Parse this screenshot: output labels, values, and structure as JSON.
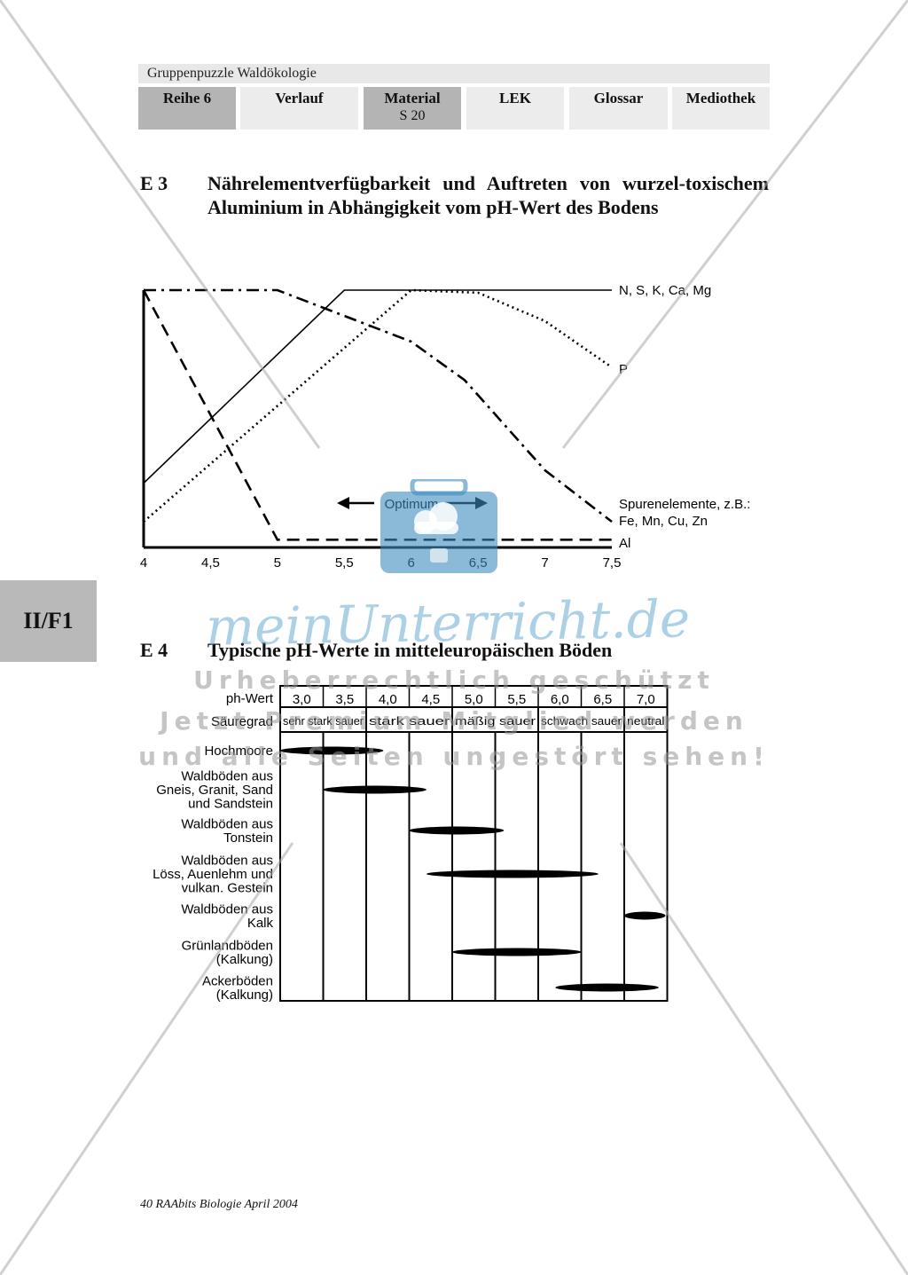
{
  "header": {
    "title": "Gruppenpuzzle Waldökologie",
    "tabs": [
      {
        "label": "Reihe 6",
        "sub": ""
      },
      {
        "label": "Verlauf",
        "sub": ""
      },
      {
        "label": "Material",
        "sub": "S 20"
      },
      {
        "label": "LEK",
        "sub": ""
      },
      {
        "label": "Glossar",
        "sub": ""
      },
      {
        "label": "Mediothek",
        "sub": ""
      }
    ]
  },
  "side_tab": "II/F1",
  "e3": {
    "label": "E 3",
    "title": "Nährelementverfügbarkeit und Auftreten von wurzel-toxischem Aluminium in Abhängigkeit vom pH-Wert des Bodens"
  },
  "e4": {
    "label": "E 4",
    "title": "Typische pH-Werte in mitteleuropäischen Böden"
  },
  "chart_data": [
    {
      "type": "line",
      "x": [
        4,
        4.5,
        5,
        5.5,
        6,
        6.5,
        7,
        7.5
      ],
      "xtick_labels": [
        "4",
        "4,5",
        "5",
        "5,5",
        "6",
        "6,5",
        "7",
        "7,5"
      ],
      "optimum_label": "Optimum",
      "xlim": [
        4,
        7.5
      ],
      "series": [
        {
          "name": "N, S, K, Ca, Mg",
          "style": "solid",
          "x": [
            4,
            5.5,
            7.5
          ],
          "y": [
            0.25,
            1.0,
            1.0
          ]
        },
        {
          "name": "P",
          "style": "dotted",
          "x": [
            4,
            6,
            6.5,
            7,
            7.5
          ],
          "y": [
            0.1,
            1.0,
            0.99,
            0.88,
            0.7
          ]
        },
        {
          "name": "Spurenelemente, z.B.:",
          "name_line2": "Fe, Mn, Cu, Zn",
          "style": "dashdot",
          "x": [
            4,
            5,
            5.5,
            6,
            6.4,
            7,
            7.5
          ],
          "y": [
            1.0,
            1.0,
            0.9,
            0.8,
            0.65,
            0.3,
            0.1
          ]
        },
        {
          "name": "Al",
          "style": "dashed",
          "x": [
            4,
            5,
            7.5
          ],
          "y": [
            1.0,
            0.03,
            0.03
          ]
        }
      ]
    },
    {
      "type": "table",
      "row_header": "ph-Wert",
      "columns": [
        "3,0",
        "3,5",
        "4,0",
        "4,5",
        "5,0",
        "5,5",
        "6,0",
        "6,5",
        "7,0"
      ],
      "acidity_header": "Säuregrad",
      "acidity": [
        {
          "label": "sehr stark sauer",
          "from": 3.0,
          "to": 4.0
        },
        {
          "label": "stark sauer",
          "from": 4.0,
          "to": 5.0
        },
        {
          "label": "mäßig sauer",
          "from": 5.0,
          "to": 6.0
        },
        {
          "label": "schwach sauer",
          "from": 6.0,
          "to": 7.0
        },
        {
          "label": "neutral",
          "from": 7.0,
          "to": 7.5
        }
      ],
      "soils": [
        {
          "lines": [
            "Hochmoore"
          ],
          "from": 3.0,
          "to": 4.2
        },
        {
          "lines": [
            "Waldböden aus",
            "Gneis, Granit, Sand",
            "und Sandstein"
          ],
          "from": 3.5,
          "to": 4.7
        },
        {
          "lines": [
            "Waldböden aus",
            "Tonstein"
          ],
          "from": 4.5,
          "to": 5.6
        },
        {
          "lines": [
            "Waldböden aus",
            "Löss, Auenlehm und",
            "vulkan. Gestein"
          ],
          "from": 4.7,
          "to": 6.7
        },
        {
          "lines": [
            "Waldböden aus",
            "Kalk"
          ],
          "from": 7.0,
          "to": 7.5
        },
        {
          "lines": [
            "Grünlandböden",
            "(Kalkung)"
          ],
          "from": 5.0,
          "to": 6.5
        },
        {
          "lines": [
            "Ackerböden",
            "(Kalkung)"
          ],
          "from": 6.2,
          "to": 7.4
        }
      ]
    }
  ],
  "footer": "40 RAAbits Biologie April 2004",
  "watermark": {
    "logo": "meinUnterricht.de",
    "lines": [
      "Urheberrechtlich geschützt",
      "Jetzt Premium Mitglied werden",
      "und alle Seiten ungestört sehen!"
    ]
  }
}
